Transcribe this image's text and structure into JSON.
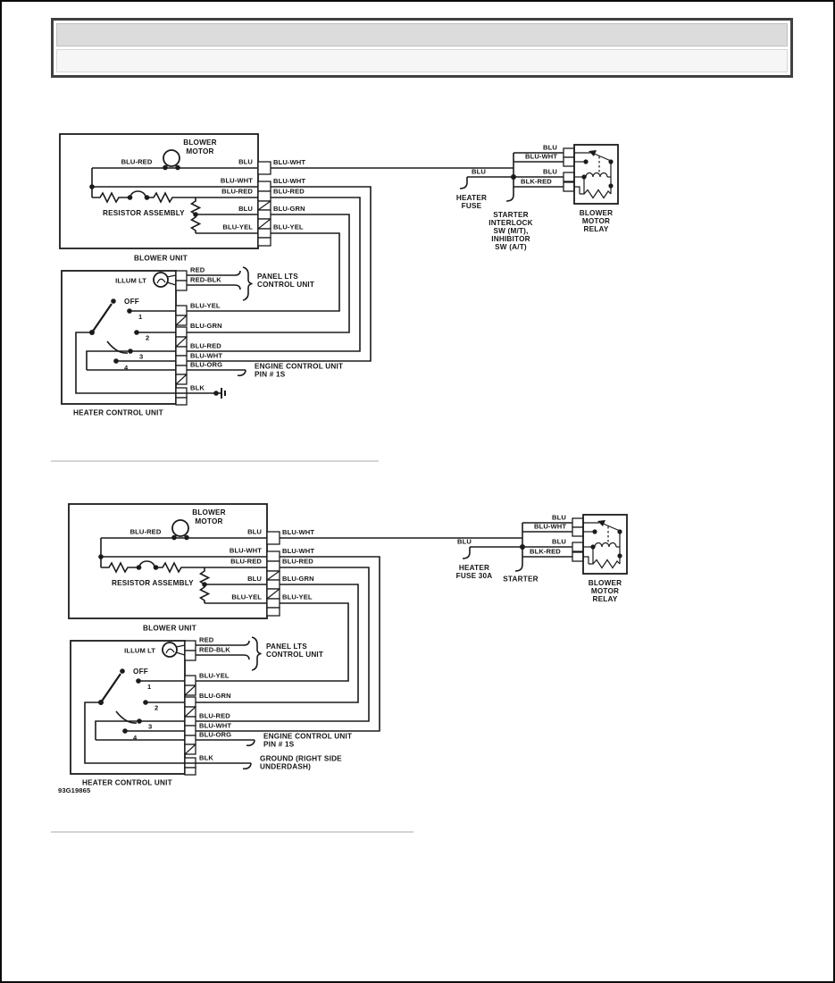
{
  "page": {
    "figure_code": "93G19865",
    "colors": {
      "wire": "#1b1b1b",
      "separator": "#d4d4d4",
      "header_bar_top": "#dcdcdc",
      "header_bar_bottom": "#f6f6f6",
      "header_border": "#404040",
      "page_border": "#0c0c0c"
    }
  },
  "d1": {
    "blower_motor_1": "BLOWER",
    "blower_motor_2": "MOTOR",
    "blu_red": "BLU-RED",
    "blu_top": "BLU",
    "blu_wht_top": "BLU-WHT",
    "blu_wht_in": "BLU-WHT",
    "blu_wht_out": "BLU-WHT",
    "blu_red_in": "BLU-RED",
    "blu_red_out": "BLU-RED",
    "blu_mid": "BLU",
    "blu_grn_out": "BLU-GRN",
    "blu_yel_in": "BLU-YEL",
    "blu_yel_out": "BLU-YEL",
    "resistor_assembly": "RESISTOR ASSEMBLY",
    "blower_unit": "BLOWER UNIT",
    "relay_pin_blu": "BLU",
    "relay_pin_blu_wht": "BLU-WHT",
    "feed_blu": "BLU",
    "relay_pin_blu2": "BLU",
    "relay_pin_blk_red": "BLK-RED",
    "fuse_line1": "HEATER",
    "fuse_line2": "FUSE",
    "switch_line1": "STARTER",
    "switch_line2": "INTERLOCK",
    "switch_line3": "SW (M/T),",
    "switch_line4": "INHIBITOR",
    "switch_line5": "SW (A/T)",
    "relay_line1": "BLOWER",
    "relay_line2": "MOTOR",
    "relay_line3": "RELAY",
    "illum_lt": "ILLUM LT",
    "red": "RED",
    "red_blk": "RED-BLK",
    "panel_line1": "PANEL LTS",
    "panel_line2": "CONTROL UNIT",
    "off": "OFF",
    "pos1": "1",
    "pos2": "2",
    "pos3": "3",
    "pos4": "4",
    "hcu_blu_yel": "BLU-YEL",
    "hcu_blu_grn": "BLU-GRN",
    "hcu_blu_red": "BLU-RED",
    "hcu_blu_wht": "BLU-WHT",
    "hcu_blu_org": "BLU-ORG",
    "hcu_blk": "BLK",
    "ecu_line1": "ENGINE CONTROL UNIT",
    "ecu_line2": "PIN # 1S",
    "heater_control_unit": "HEATER CONTROL UNIT"
  },
  "d2": {
    "blower_motor_1": "BLOWER",
    "blower_motor_2": "MOTOR",
    "blu_red": "BLU-RED",
    "blu_top": "BLU",
    "blu_wht_top": "BLU-WHT",
    "blu_wht_in": "BLU-WHT",
    "blu_wht_out": "BLU-WHT",
    "blu_red_in": "BLU-RED",
    "blu_red_out": "BLU-RED",
    "blu_mid": "BLU",
    "blu_grn_out": "BLU-GRN",
    "blu_yel_in": "BLU-YEL",
    "blu_yel_out": "BLU-YEL",
    "resistor_assembly": "RESISTOR ASSEMBLY",
    "blower_unit": "BLOWER UNIT",
    "relay_pin_blu": "BLU",
    "relay_pin_blu_wht": "BLU-WHT",
    "feed_blu": "BLU",
    "relay_pin_blu2": "BLU",
    "relay_pin_blk_red": "BLK-RED",
    "fuse_line1": "HEATER",
    "fuse_line2": "FUSE 30A",
    "switch_line1": "STARTER",
    "relay_line1": "BLOWER",
    "relay_line2": "MOTOR",
    "relay_line3": "RELAY",
    "illum_lt": "ILLUM LT",
    "red": "RED",
    "red_blk": "RED-BLK",
    "panel_line1": "PANEL LTS",
    "panel_line2": "CONTROL UNIT",
    "off": "OFF",
    "pos1": "1",
    "pos2": "2",
    "pos3": "3",
    "pos4": "4",
    "hcu_blu_yel": "BLU-YEL",
    "hcu_blu_grn": "BLU-GRN",
    "hcu_blu_red": "BLU-RED",
    "hcu_blu_wht": "BLU-WHT",
    "hcu_blu_org": "BLU-ORG",
    "hcu_blk": "BLK",
    "ecu_line1": "ENGINE CONTROL UNIT",
    "ecu_line2": "PIN # 1S",
    "ground_line1": "GROUND (RIGHT SIDE",
    "ground_line2": "UNDERDASH)",
    "heater_control_unit": "HEATER CONTROL UNIT",
    "figure_code": "93G19865"
  }
}
